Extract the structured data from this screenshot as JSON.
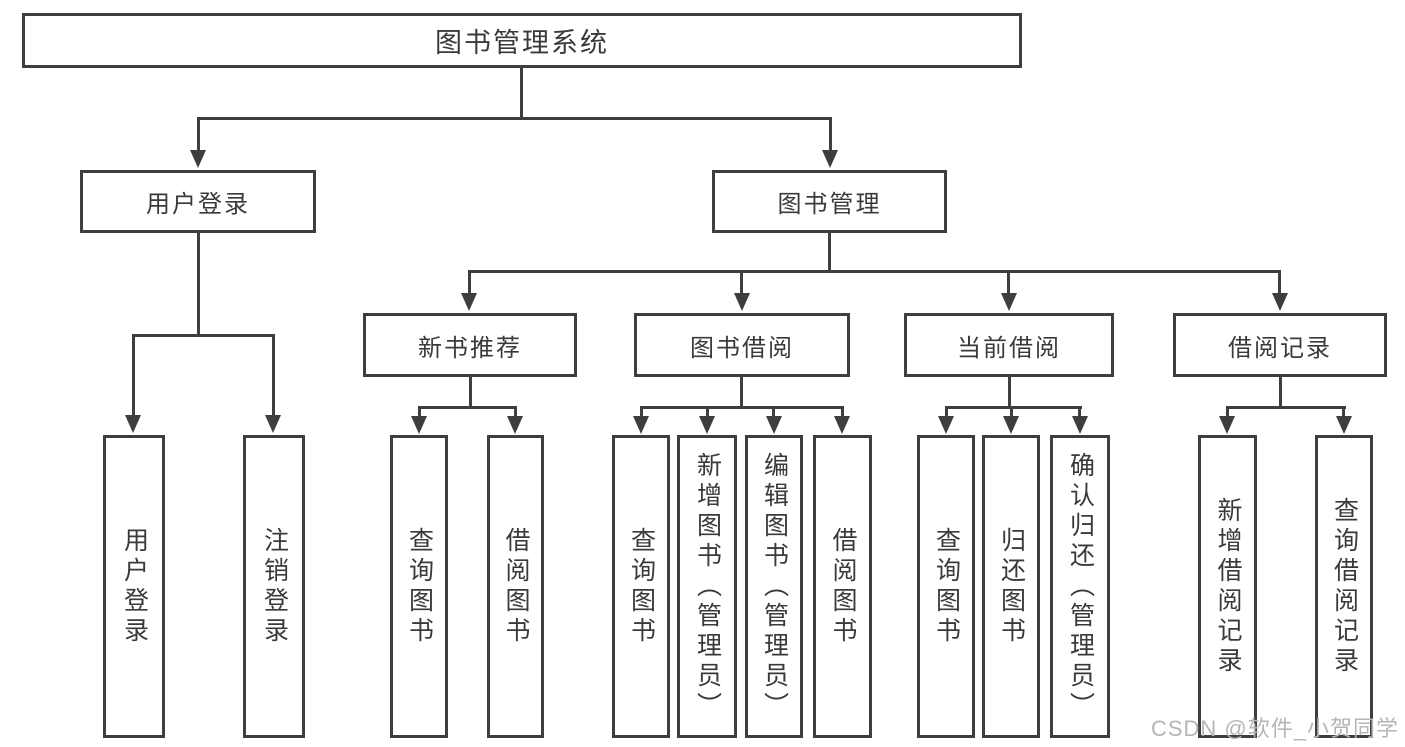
{
  "diagram": {
    "root": {
      "label": "图书管理系统"
    },
    "branches": {
      "user_login": {
        "label": "用户登录",
        "children": [
          {
            "label": "用户登录"
          },
          {
            "label": "注销登录"
          }
        ]
      },
      "book_mgmt": {
        "label": "图书管理",
        "sections": [
          {
            "label": "新书推荐",
            "children": [
              {
                "label": "查询图书"
              },
              {
                "label": "借阅图书"
              }
            ]
          },
          {
            "label": "图书借阅",
            "children": [
              {
                "label": "查询图书"
              },
              {
                "label": "新增图书（管理员）"
              },
              {
                "label": "编辑图书（管理员）"
              },
              {
                "label": "借阅图书"
              }
            ]
          },
          {
            "label": "当前借阅",
            "children": [
              {
                "label": "查询图书"
              },
              {
                "label": "归还图书"
              },
              {
                "label": "确认归还（管理员）"
              }
            ]
          },
          {
            "label": "借阅记录",
            "children": [
              {
                "label": "新增借阅记录"
              },
              {
                "label": "查询借阅记录"
              }
            ]
          }
        ]
      }
    },
    "watermark": "CSDN @软件_小贺同学",
    "colors": {
      "line": "#3e3e3e",
      "text": "#3a3a3a",
      "watermark": "#b5b5b5",
      "background": "#ffffff"
    }
  }
}
